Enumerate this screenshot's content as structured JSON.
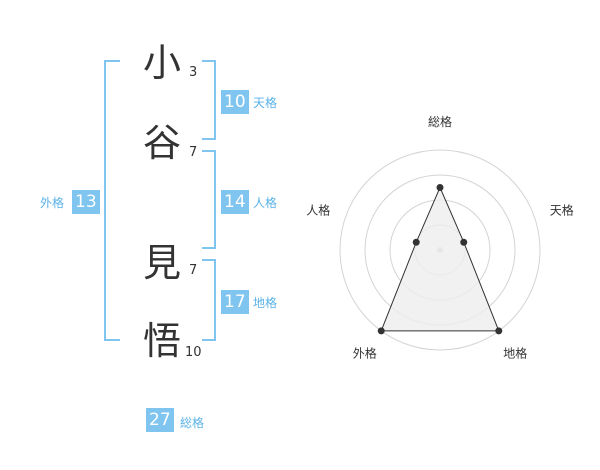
{
  "name": {
    "chars": [
      {
        "char": "小",
        "strokes": "3"
      },
      {
        "char": "谷",
        "strokes": "7"
      },
      {
        "char": "見",
        "strokes": "7"
      },
      {
        "char": "悟",
        "strokes": "10"
      }
    ]
  },
  "kaku": {
    "tenkaku": {
      "value": "10",
      "label": "天格"
    },
    "jinkaku": {
      "value": "14",
      "label": "人格"
    },
    "chikaku": {
      "value": "17",
      "label": "地格"
    },
    "gaikaku": {
      "value": "13",
      "label": "外格"
    },
    "soukaku": {
      "value": "27",
      "label": "総格"
    }
  },
  "radar": {
    "axes": [
      "総格",
      "天格",
      "地格",
      "外格",
      "人格"
    ],
    "levels": 4,
    "values": [
      2.5,
      1,
      4,
      4,
      1
    ],
    "max": 4,
    "accent": "#7fc5ef",
    "fill": "#eeeeee"
  }
}
